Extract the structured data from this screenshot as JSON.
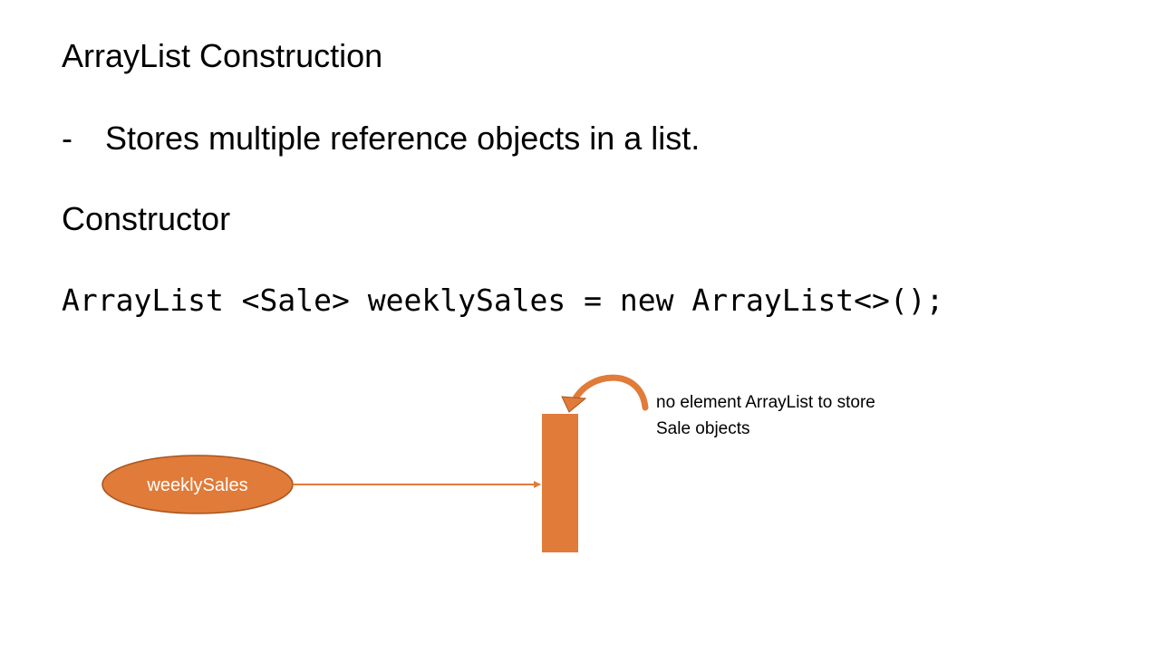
{
  "slide": {
    "title": "ArrayList Construction",
    "bullet": {
      "marker": "-",
      "text": "Stores multiple reference objects in a list."
    },
    "section_heading": "Constructor",
    "code": "ArrayList <Sale> weeklySales = new ArrayList<>();"
  },
  "diagram": {
    "variable_label": "weeklySales",
    "annotation_lines": [
      "no element ArrayList to store",
      "Sale objects"
    ],
    "colors": {
      "accent": "#E07B39",
      "accent_dark": "#A9551F",
      "ellipse_text": "#ffffff"
    }
  }
}
